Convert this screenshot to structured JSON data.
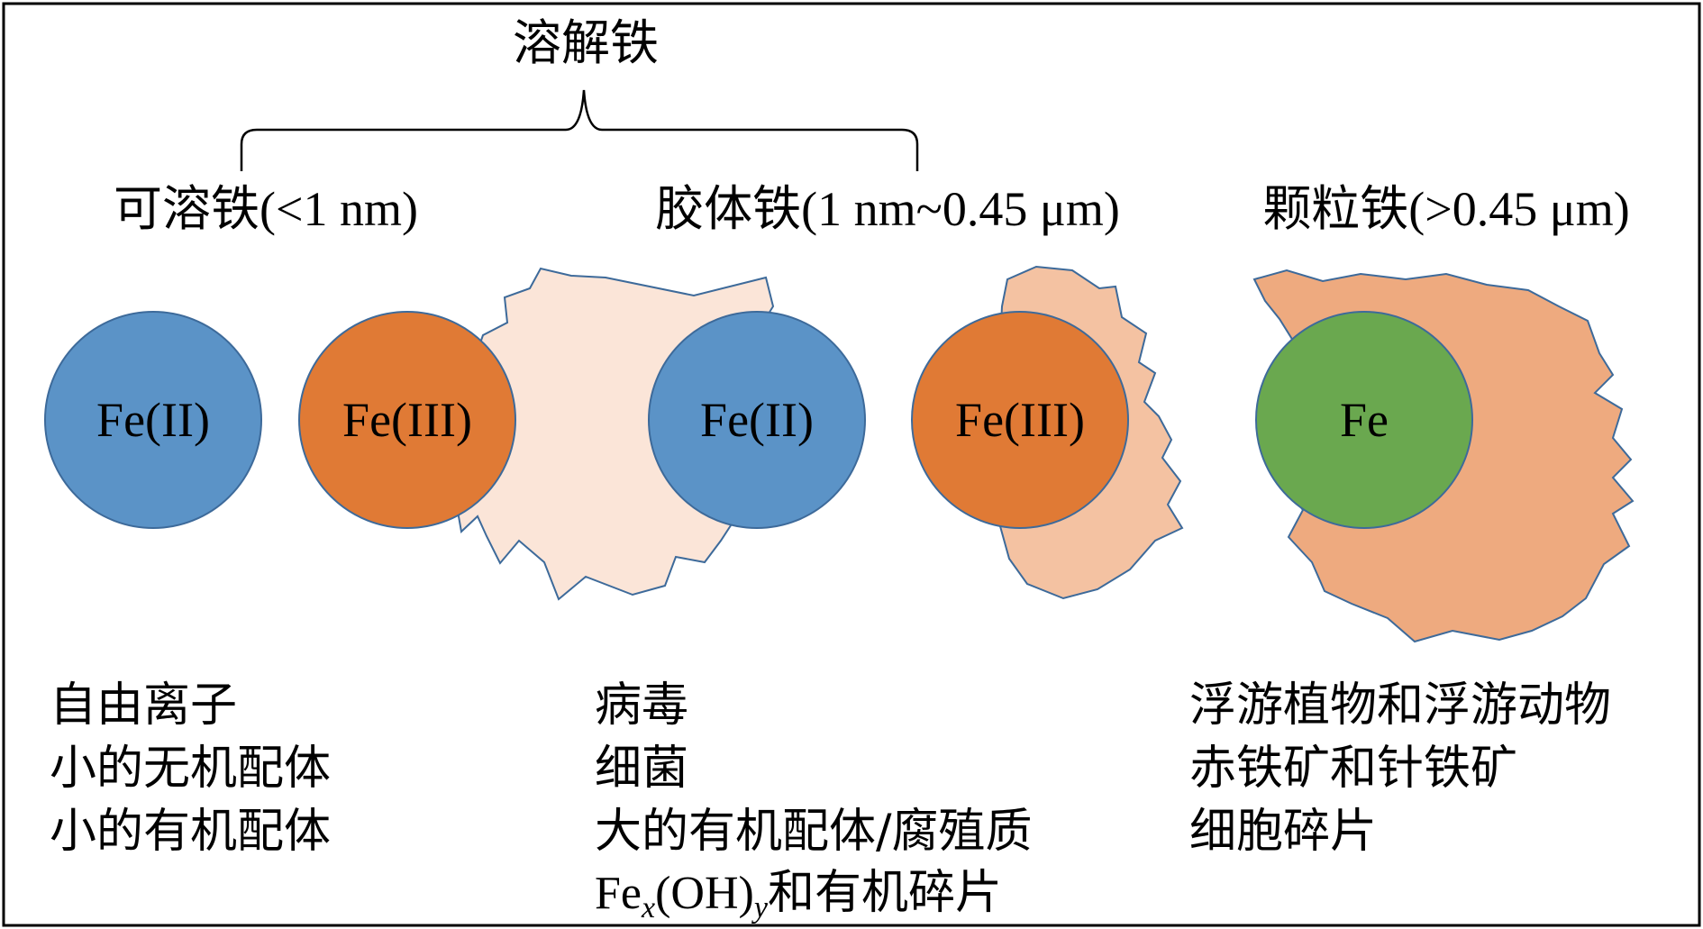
{
  "title": "溶解铁",
  "categories": {
    "soluble": "可溶铁(<1 nm)",
    "colloidal": "胶体铁(1 nm~0.45 μm)",
    "particulate": "颗粒铁(>0.45 μm)"
  },
  "circles": {
    "fe2": "Fe(II)",
    "fe3": "Fe(III)",
    "fe": "Fe"
  },
  "colors": {
    "fe2_blue": "#5b93c7",
    "fe3_orange": "#e07a35",
    "fe_green": "#6aa84f",
    "colloid_light": "#fbe5d8",
    "colloid_mid": "#f4c2a2",
    "particle_peach": "#eeaa7f",
    "outline": "#3d6a9a"
  },
  "lists": {
    "soluble": [
      "自由离子",
      "小的无机配体",
      "小的有机配体"
    ],
    "colloidal": [
      "病毒",
      "细菌",
      "大的有机配体/腐殖质"
    ],
    "colloidal_formula": {
      "base": "Fe",
      "sub_x": "x",
      "mid": "(OH)",
      "sub_y": "y",
      "tail": "和有机碎片"
    },
    "particulate": [
      "浮游植物和浮游动物",
      "赤铁矿和针铁矿",
      "细胞碎片"
    ]
  }
}
